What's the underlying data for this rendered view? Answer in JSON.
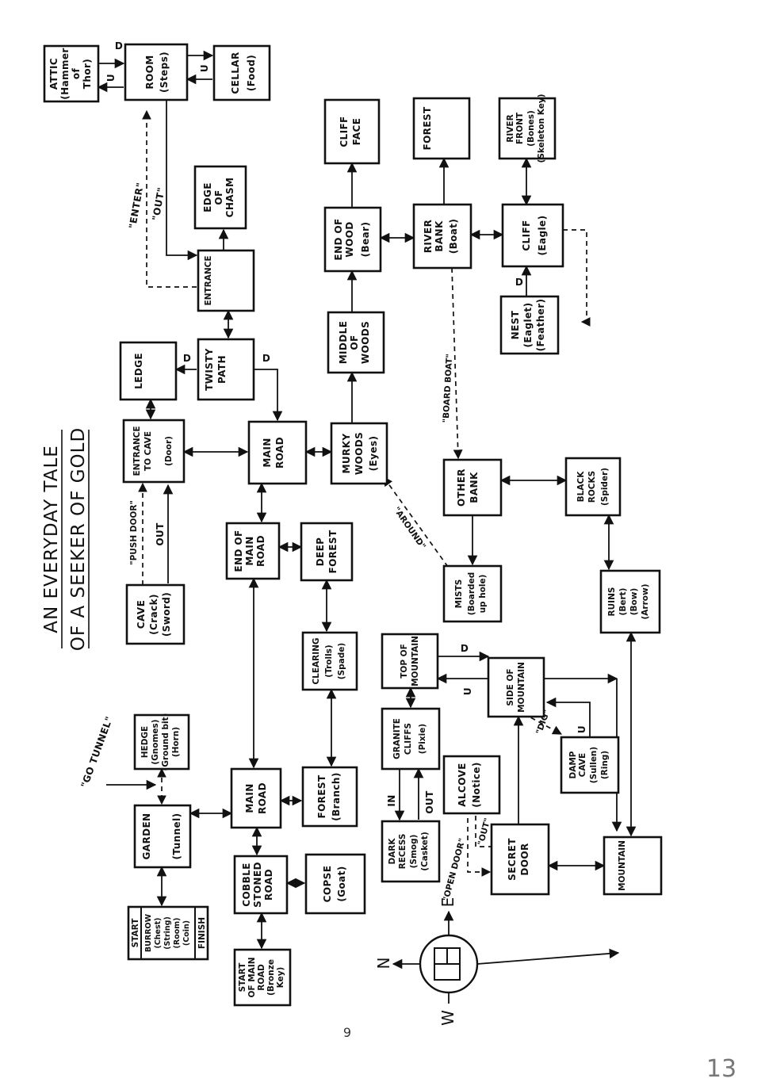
{
  "title": {
    "line1": "AN EVERYDAY TALE",
    "line2": "OF A SEEKER OF GOLD"
  },
  "page_number": "9",
  "corner_number": "13",
  "compass": {
    "east": "E",
    "north": "N",
    "west": "W"
  },
  "rooms": {
    "attic": [
      "ATTIC",
      "(Hammer",
      "of",
      "Thor)"
    ],
    "room": [
      "ROOM",
      "(Steps)"
    ],
    "cellar": [
      "CELLAR",
      "(Food)"
    ],
    "edge_chasm": [
      "EDGE",
      "OF",
      "CHASM"
    ],
    "entrance": [
      "ENTRANCE"
    ],
    "ledge": [
      "LEDGE"
    ],
    "twisty_path": [
      "TWISTY",
      "PATH"
    ],
    "entrance_cave": [
      "ENTRANCE",
      "TO CAVE",
      "(Door)"
    ],
    "main_road_1": [
      "MAIN",
      "ROAD"
    ],
    "cave": [
      "CAVE",
      "(Crack)",
      "(Sword)"
    ],
    "end_main_road": [
      "END OF",
      "MAIN",
      "ROAD"
    ],
    "deep_forest": [
      "DEEP",
      "FOREST"
    ],
    "murky_woods": [
      "MURKY",
      "WOODS",
      "(Eyes)"
    ],
    "middle_woods": [
      "MIDDLE",
      "OF",
      "WOODS"
    ],
    "end_wood": [
      "END OF",
      "WOOD",
      "(Bear)"
    ],
    "cliff_face": [
      "CLIFF",
      "FACE"
    ],
    "forest_top": [
      "FOREST"
    ],
    "river_bank": [
      "RIVER",
      "BANK",
      "(Boat)"
    ],
    "river_front": [
      "RIVER",
      "FRONT",
      "(Bones)",
      "(Skeleton Key)"
    ],
    "cliff": [
      "CLIFF",
      "(Eagle)"
    ],
    "nest": [
      "NEST",
      "(Eaglet)",
      "(Feather)"
    ],
    "other_bank": [
      "OTHER",
      "BANK"
    ],
    "black_rocks": [
      "BLACK",
      "ROCKS",
      "(Spider)"
    ],
    "mists": [
      "MISTS",
      "(Boarded",
      "up hole)"
    ],
    "ruins": [
      "RUINS",
      "(Bert)",
      "(Bow)",
      "(Arrow)"
    ],
    "clearing": [
      "CLEARING",
      "(Trolls)",
      "(Spade)"
    ],
    "top_mountain": [
      "TOP OF",
      "MOUNTAIN"
    ],
    "side_mountain": [
      "SIDE OF",
      "MOUNTAIN"
    ],
    "granite_cliffs": [
      "GRANITE",
      "CLIFFS",
      "(Pixie)"
    ],
    "damp_cave": [
      "DAMP",
      "CAVE",
      "(Sullen)",
      "(Ring)"
    ],
    "alcove": [
      "ALCOVE",
      "(Notice)"
    ],
    "dark_recess": [
      "DARK",
      "RECESS",
      "(Smog)",
      "(Casket)"
    ],
    "secret_door": [
      "SECRET",
      "DOOR"
    ],
    "mountain": [
      "MOUNTAIN"
    ],
    "hedge": [
      "HEDGE",
      "(Gnomes)",
      "(Ground bit)",
      "(Horn)"
    ],
    "garden": [
      "GARDEN",
      "(Tunnel)"
    ],
    "main_road_2": [
      "MAIN",
      "ROAD"
    ],
    "forest_bottom": [
      "FOREST",
      "(Branch)"
    ],
    "burrow": [
      "START",
      "BURROW",
      "(Chest)",
      "(String)",
      "(Room)",
      "(Coin)",
      "FINISH"
    ],
    "cobble_road": [
      "COBBLE",
      "STONED",
      "ROAD"
    ],
    "copse": [
      "COPSE",
      "(Goat)"
    ],
    "start_main_road": [
      "START",
      "OF MAIN",
      "ROAD",
      "(Bronze",
      "Key)"
    ]
  },
  "labels": {
    "d_room_cellar": "D",
    "u_room_attic": "U",
    "u_cellar_room": "U",
    "enter": "\"ENTER\"",
    "out_room": "\"OUT\"",
    "d_ledge": "D",
    "d_twisty": "D",
    "push_door": "\"PUSH DOOR\"",
    "out_cave": "OUT",
    "board_boat": "\"BOARD BOAT\"",
    "d_nest": "D",
    "around": "\"AROUND\"",
    "d_top": "D",
    "u_side": "U",
    "dig": "\"DIG\"",
    "u_damp": "U",
    "in_recess": "IN",
    "out_recess": "OUT",
    "open_door": "\"OPEN DOOR\"",
    "out_alcove": "\"OUT\"",
    "go_tunnel": "\"GO TUNNEL\""
  }
}
